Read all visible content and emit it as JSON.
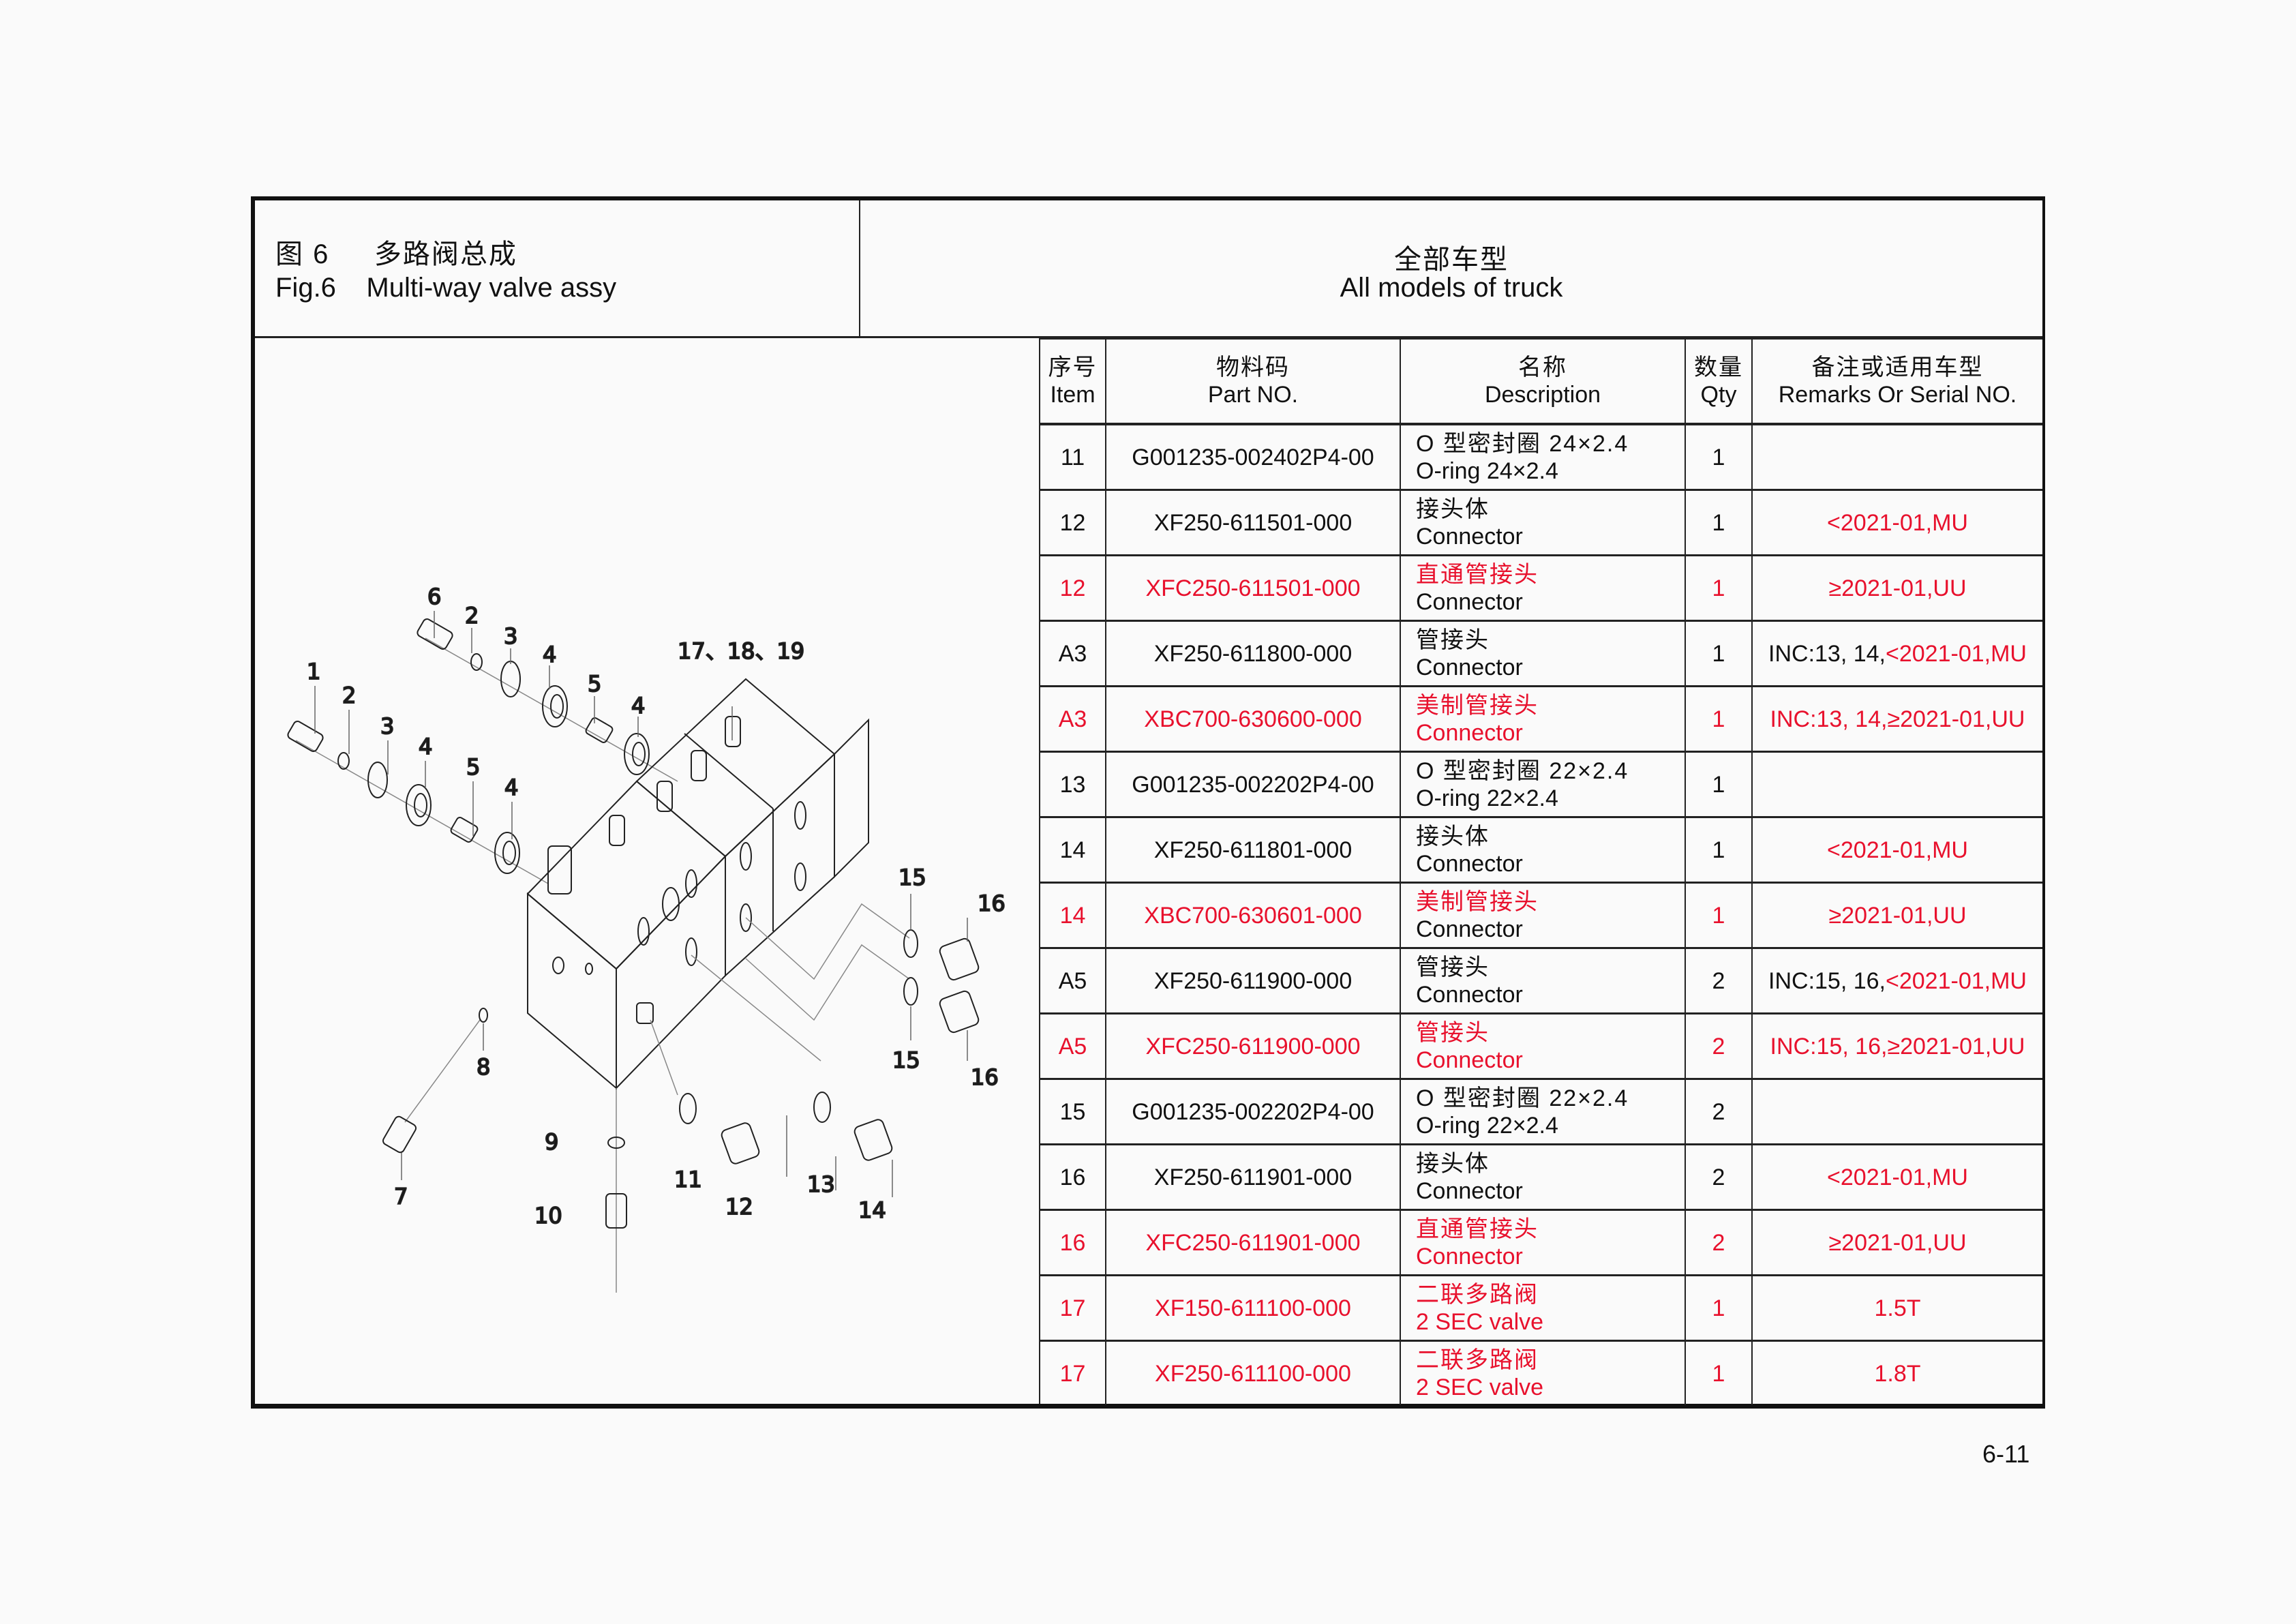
{
  "header": {
    "figure_cn": "图 6     多路阀总成",
    "figure_en": "Fig.6    Multi-way valve assy",
    "scope_cn": "全部车型",
    "scope_en": "All models of truck"
  },
  "figure": {
    "callouts": [
      "1",
      "2",
      "3",
      "4",
      "5",
      "4",
      "6",
      "2",
      "3",
      "4",
      "5",
      "4",
      "17、18、19",
      "7",
      "8",
      "9",
      "10",
      "11",
      "12",
      "13",
      "14",
      "15",
      "16",
      "15",
      "16"
    ]
  },
  "table": {
    "columns": [
      {
        "cn": "序号",
        "en": "Item"
      },
      {
        "cn": "物料码",
        "en": "Part NO."
      },
      {
        "cn": "名称",
        "en": "Description"
      },
      {
        "cn": "数量",
        "en": "Qty"
      },
      {
        "cn": "备注或适用车型",
        "en": "Remarks Or Serial NO."
      }
    ],
    "rows": [
      {
        "item": "11",
        "part": "G001235-002402P4-00",
        "desc_cn": "O 型密封圈 24×2.4",
        "desc_en": "O-ring 24×2.4",
        "qty": "1",
        "remark_black": "",
        "remark_red": "",
        "red": false
      },
      {
        "item": "12",
        "part": "XF250-611501-000",
        "desc_cn": "接头体",
        "desc_en": "Connector",
        "qty": "1",
        "remark_black": "",
        "remark_red": "<2021-01,MU",
        "red": false
      },
      {
        "item": "12",
        "part": "XFC250-611501-000",
        "desc_cn": "直通管接头",
        "desc_en": "Connector",
        "qty": "1",
        "remark_black": "",
        "remark_red": "≥2021-01,UU",
        "red": true,
        "desc_en_black": true
      },
      {
        "item": "A3",
        "part": "XF250-611800-000",
        "desc_cn": "管接头",
        "desc_en": "Connector",
        "qty": "1",
        "remark_black": "INC:13, 14,",
        "remark_red": "<2021-01,MU",
        "red": false
      },
      {
        "item": "A3",
        "part": "XBC700-630600-000",
        "desc_cn": "美制管接头",
        "desc_en": "Connector",
        "qty": "1",
        "remark_black": "",
        "remark_red": "INC:13, 14,≥2021-01,UU",
        "red": true
      },
      {
        "item": "13",
        "part": "G001235-002202P4-00",
        "desc_cn": "O 型密封圈 22×2.4",
        "desc_en": "O-ring 22×2.4",
        "qty": "1",
        "remark_black": "",
        "remark_red": "",
        "red": false
      },
      {
        "item": "14",
        "part": "XF250-611801-000",
        "desc_cn": "接头体",
        "desc_en": "Connector",
        "qty": "1",
        "remark_black": "",
        "remark_red": "<2021-01,MU",
        "red": false
      },
      {
        "item": "14",
        "part": "XBC700-630601-000",
        "desc_cn": "美制管接头",
        "desc_en": "Connector",
        "qty": "1",
        "remark_black": "",
        "remark_red": "≥2021-01,UU",
        "red": true,
        "desc_en_black": true
      },
      {
        "item": "A5",
        "part": "XF250-611900-000",
        "desc_cn": "管接头",
        "desc_en": "Connector",
        "qty": "2",
        "remark_black": "INC:15, 16,",
        "remark_red": "<2021-01,MU",
        "red": false
      },
      {
        "item": "A5",
        "part": "XFC250-611900-000",
        "desc_cn": "管接头",
        "desc_en": "Connector",
        "qty": "2",
        "remark_black": "",
        "remark_red": "INC:15, 16,≥2021-01,UU",
        "red": true
      },
      {
        "item": "15",
        "part": "G001235-002202P4-00",
        "desc_cn": "O 型密封圈 22×2.4",
        "desc_en": "O-ring 22×2.4",
        "qty": "2",
        "remark_black": "",
        "remark_red": "",
        "red": false
      },
      {
        "item": "16",
        "part": "XF250-611901-000",
        "desc_cn": "接头体",
        "desc_en": "Connector",
        "qty": "2",
        "remark_black": "",
        "remark_red": "<2021-01,MU",
        "red": false
      },
      {
        "item": "16",
        "part": "XFC250-611901-000",
        "desc_cn": "直通管接头",
        "desc_en": "Connector",
        "qty": "2",
        "remark_black": "",
        "remark_red": "≥2021-01,UU",
        "red": true
      },
      {
        "item": "17",
        "part": "XF150-611100-000",
        "desc_cn": "二联多路阀",
        "desc_en": "2 SEC valve",
        "qty": "1",
        "remark_black": "",
        "remark_red": "1.5T",
        "red": true
      },
      {
        "item": "17",
        "part": "XF250-611100-000",
        "desc_cn": "二联多路阀",
        "desc_en": "2 SEC valve",
        "qty": "1",
        "remark_black": "",
        "remark_red": "1.8T",
        "red": true
      }
    ]
  },
  "page_number": "6-11",
  "colors": {
    "text": "#111111",
    "highlight_red": "#e8112d",
    "background": "#fafafa",
    "border": "#222222"
  }
}
